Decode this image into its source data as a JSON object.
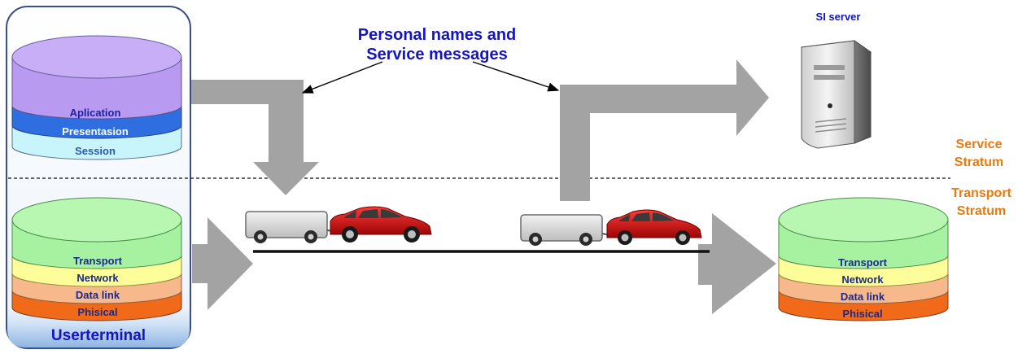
{
  "callout": {
    "line1": "Personal names and",
    "line2": "Service messages"
  },
  "server": {
    "label": "SI server"
  },
  "strata": {
    "service_line1": "Service",
    "service_line2": "Stratum",
    "transport_line1": "Transport",
    "transport_line2": "Stratum"
  },
  "user_terminal": {
    "title": "Userterminal",
    "upper_layers": [
      "Aplication",
      "Presentasion",
      "Session"
    ],
    "lower_layers": [
      "Transport",
      "Network",
      "Data link",
      "Phisical"
    ]
  },
  "remote_stack": {
    "layers": [
      "Transport",
      "Network",
      "Data link",
      "Phisical"
    ]
  },
  "colors": {
    "title_blue": "#1515c0",
    "stratum_orange": "#e87a10",
    "arrow_gray": "#a3a3a3",
    "car_red": "#d01010",
    "layer_purple": "#b89af0",
    "layer_blue": "#2f6ee0",
    "layer_cyan": "#c8f4fb",
    "layer_green": "#a6f2a0",
    "layer_yellow": "#fdfd9a",
    "layer_peach": "#f7b98c",
    "layer_orange": "#f06a1a"
  },
  "icons": [
    "server-icon",
    "car-with-trailer-icon",
    "arrow-icon"
  ]
}
